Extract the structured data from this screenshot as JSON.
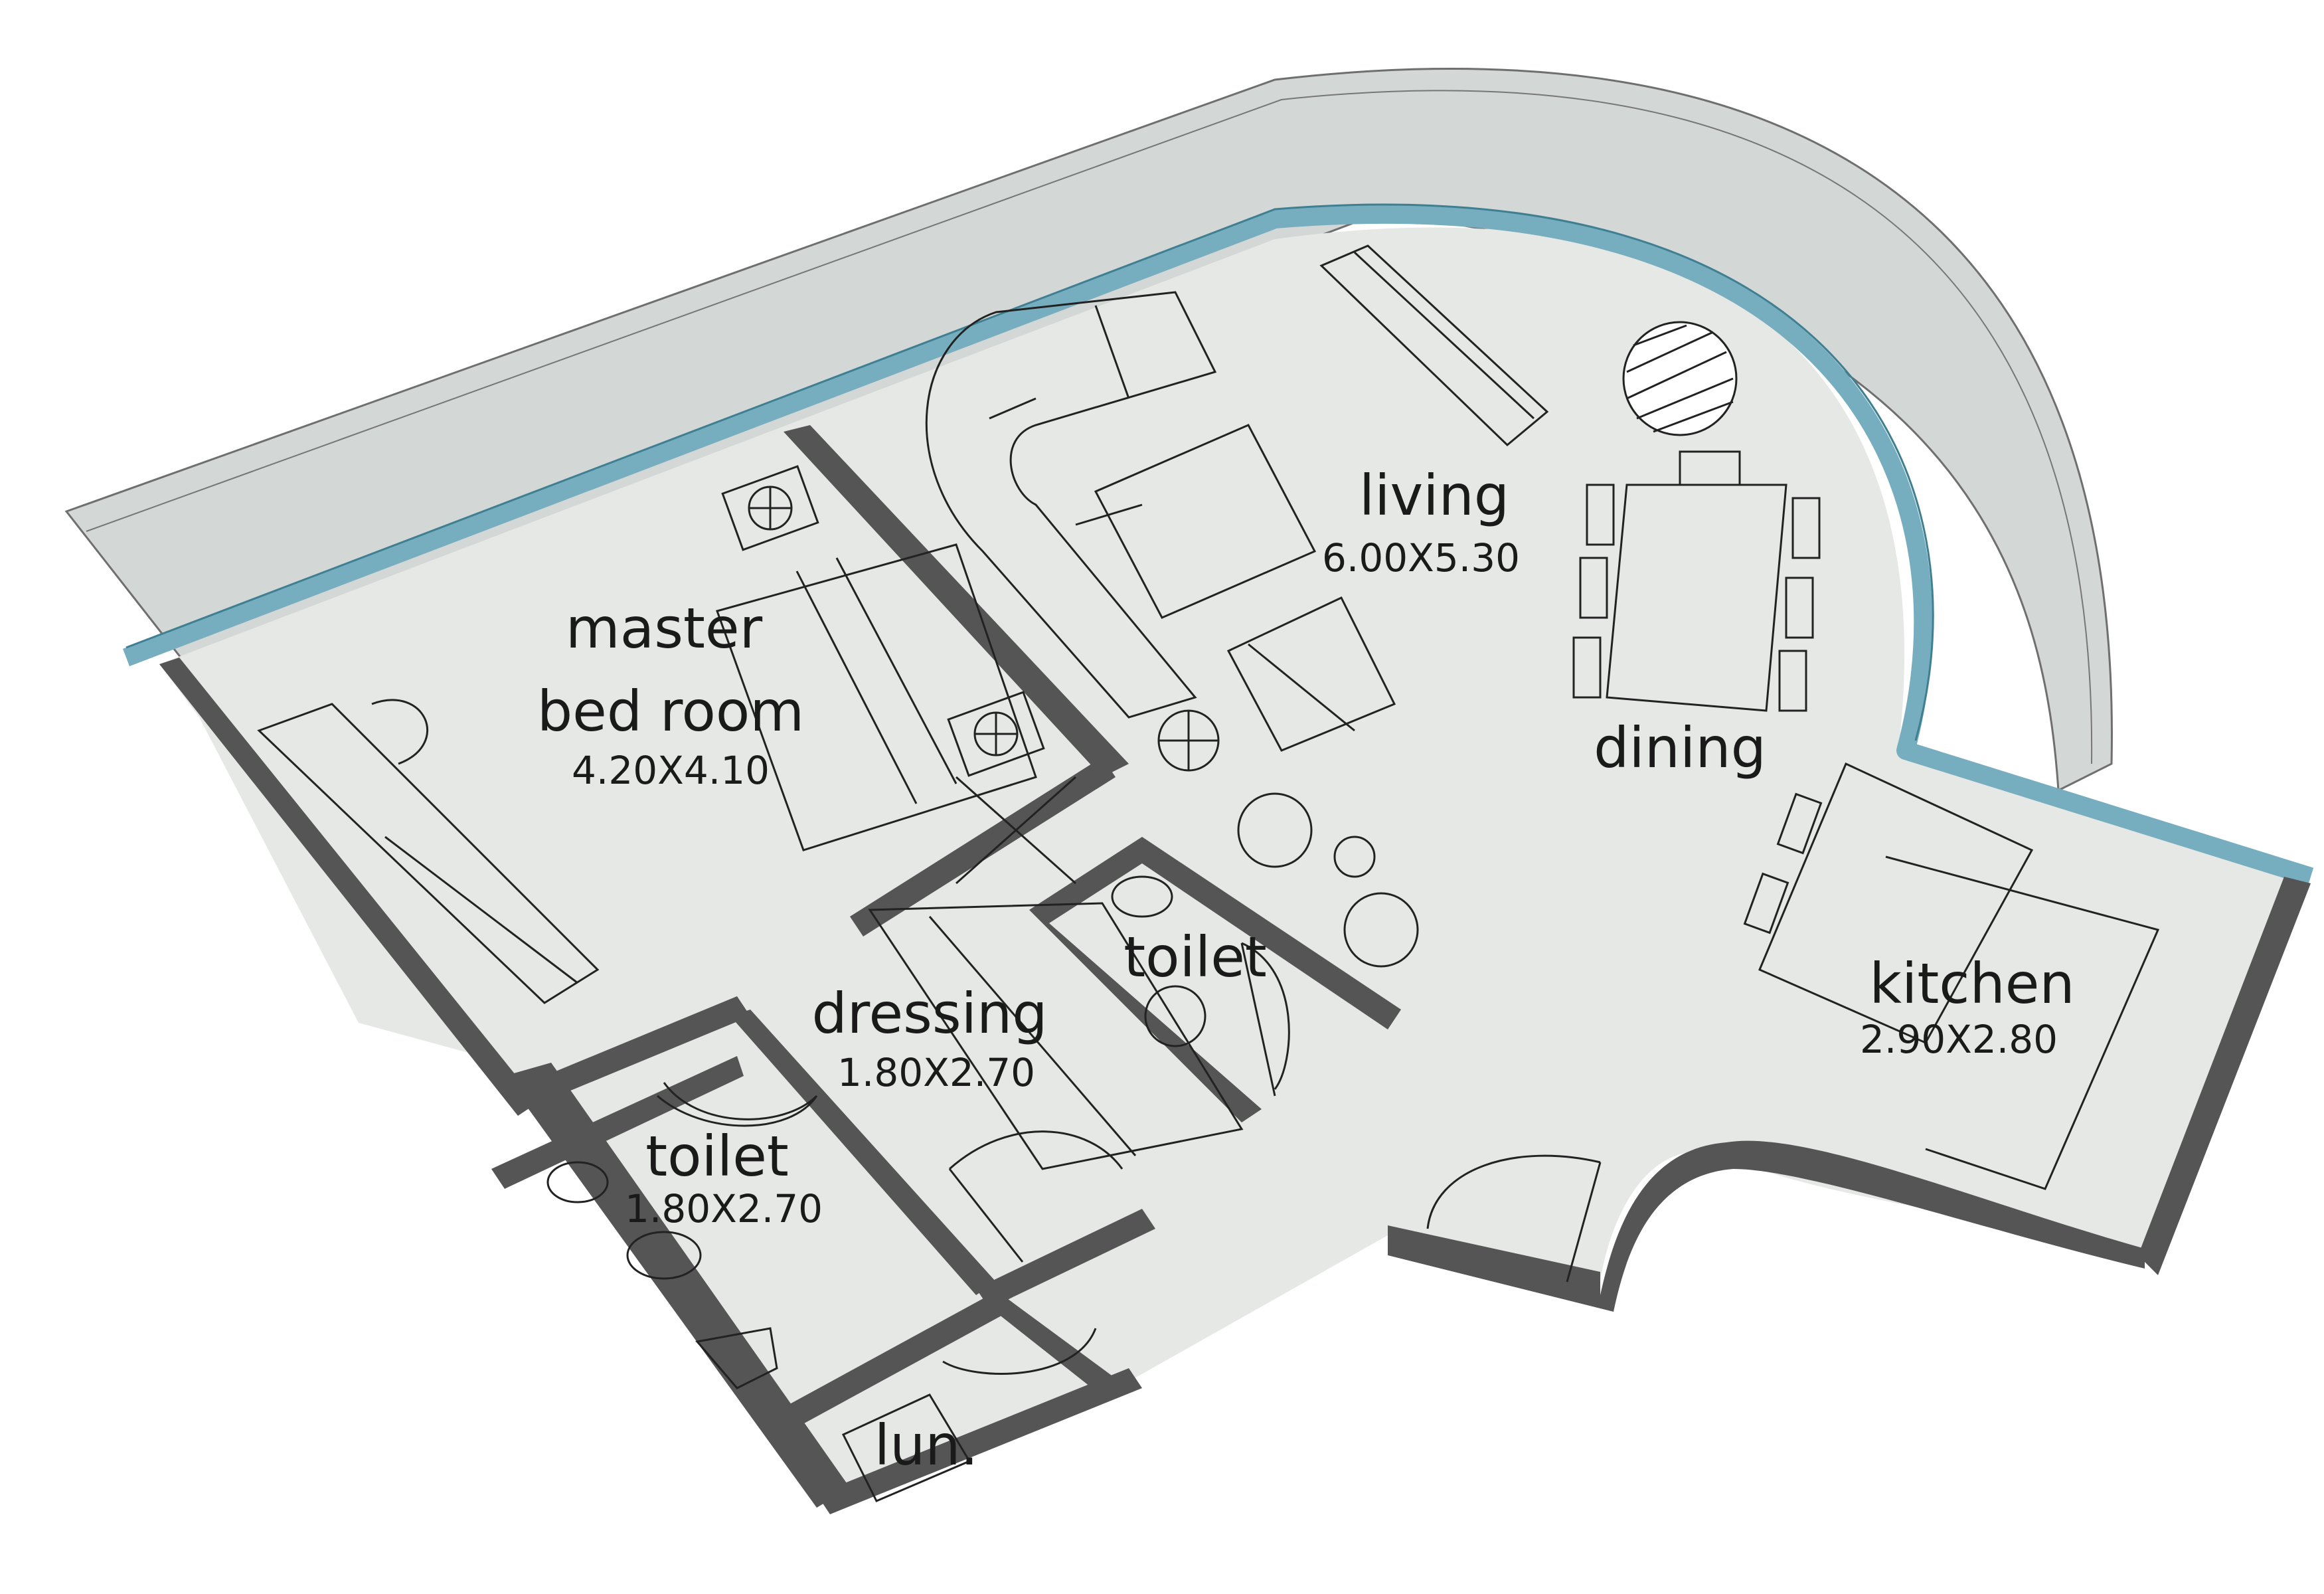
{
  "plan": {
    "colors": {
      "floor": "#e6e8e6",
      "balcony": "#d3d7d6",
      "glass": "#76aebf",
      "wall": "#555555",
      "line": "#222222"
    },
    "rooms": {
      "master": {
        "name_line1": "master",
        "name_line2": "bed room",
        "dims": "4.20X4.10"
      },
      "living": {
        "name": "living",
        "dims": "6.00X5.30"
      },
      "dining": {
        "name": "dining"
      },
      "kitchen": {
        "name": "kitchen",
        "dims": "2.90X2.80"
      },
      "dressing": {
        "name": "dressing",
        "dims": "1.80X2.70"
      },
      "toilet_upper": {
        "name": "toilet"
      },
      "toilet_lower": {
        "name": "toilet",
        "dims": "1.80X2.70"
      },
      "laundry": {
        "name": "lun."
      }
    }
  }
}
